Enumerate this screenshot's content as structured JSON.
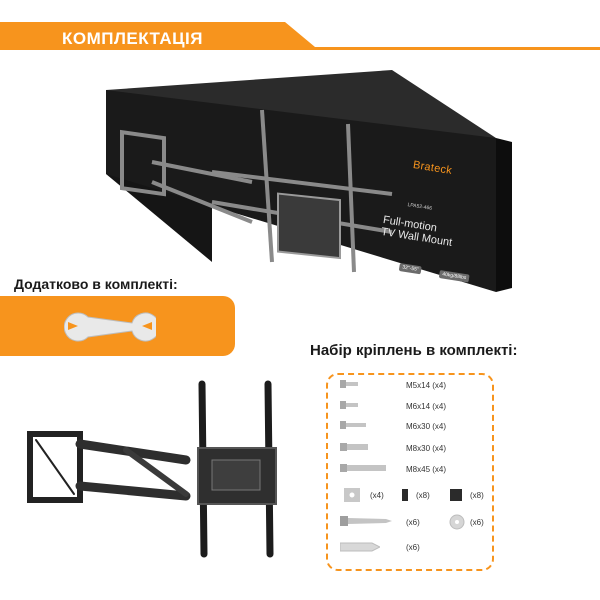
{
  "banner": {
    "title": "КОМПЛЕКТАЦІЯ",
    "color": "#f7941d"
  },
  "box": {
    "brand": "Brateck",
    "model": "LPA52-466",
    "product_name_line1": "Full-motion",
    "product_name_line2": "TV Wall Mount",
    "screen_size": "32\"-55\"",
    "max_load": "40kg/88lbs"
  },
  "extras": {
    "title": "Додатково в комплекті:",
    "item_icon": "wrench-icon"
  },
  "kit": {
    "title": "Набір кріплень в комплекті:",
    "bolts": [
      {
        "label": "M5x14 (x4)"
      },
      {
        "label": "M6x14 (x4)"
      },
      {
        "label": "M6x30 (x4)"
      },
      {
        "label": "M8x30 (x4)"
      },
      {
        "label": "M8x45 (x4)"
      }
    ],
    "parts": [
      {
        "icon": "washer-plate-icon",
        "qty": "(x4)"
      },
      {
        "icon": "spacer-icon",
        "qty": "(x8)"
      },
      {
        "icon": "spacer-block-icon",
        "qty": "(x8)"
      },
      {
        "icon": "lag-screw-icon",
        "qty": "(x6)"
      },
      {
        "icon": "washer-icon",
        "qty": "(x6)"
      },
      {
        "icon": "wall-anchor-icon",
        "qty": "(x6)"
      }
    ]
  }
}
